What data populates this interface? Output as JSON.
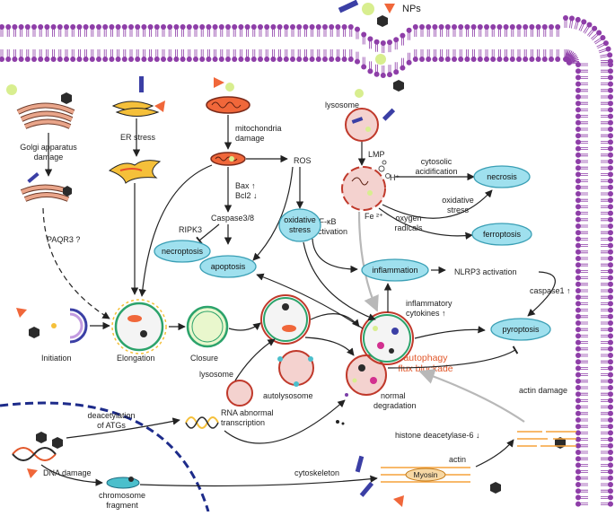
{
  "title": "NPs",
  "colors": {
    "membrane": "#8e3ea8",
    "node_fill": "#9fe0ee",
    "node_stroke": "#3a9fb5",
    "autophagosome_ring": "#c0392b",
    "np_orange": "#f0673a",
    "np_yellow": "#d8ee8f",
    "np_blue": "#3b3fa5",
    "np_black": "#2b2b2b",
    "accent_text": "#e2572a"
  },
  "labels": {
    "np": "NPs",
    "golgi_damage": [
      "Golgi apparatus",
      "damage"
    ],
    "er_stress": "ER stress",
    "mito_damage": [
      "mitochondria",
      "damage"
    ],
    "ros": "ROS",
    "lysosome_top": "lysosome",
    "lmp": "LMP",
    "h_plus": "H⁺",
    "fe": "Fe ²⁺",
    "cytosolic_acidification": [
      "cytosolic",
      "acidification"
    ],
    "oxidative_stress_right": [
      "oxidative",
      "stress"
    ],
    "oxygen_radicals": [
      "oxygen",
      "radicals"
    ],
    "bax": "Bax ↑",
    "bcl2": "Bcl2 ↓",
    "caspase38": "Caspase3/8",
    "ripk3": "RIPK3",
    "nfkb": [
      "NF-κB",
      "activation"
    ],
    "paqr3": "PAQR3 ?",
    "nlrp3": "NLRP3 activation",
    "caspase1": "caspase1 ↑",
    "inflam_cytokines": [
      "inflammatory",
      "cytokines ↑"
    ],
    "initiation": "Initiation",
    "elongation": "Elongation",
    "closure": "Closure",
    "lysosome_bottom": "lysosome",
    "autolysosome": "autolysosome",
    "autophagy_blockade": [
      "autophagy",
      "flux blockade"
    ],
    "normal_degradation": [
      "normal",
      "degradation"
    ],
    "deacetylation": [
      "deacetylation",
      "of ATGs"
    ],
    "rna_abnormal": [
      "RNA abnormal",
      "transcription"
    ],
    "dna_damage": "DNA damage",
    "chromosome_fragment": [
      "chromosome",
      "fragment"
    ],
    "cytoskeleton": "cytoskeleton",
    "histone": "histone deacetylase-6 ↓",
    "actin_damage": "actin  damage",
    "actin": "actin",
    "myosin": "Myosin"
  },
  "nodes": {
    "necrosis": "necrosis",
    "ferroptosis": "ferroptosis",
    "oxidative_stress": [
      "oxidative",
      "stress"
    ],
    "apoptosis": "apoptosis",
    "necroptosis": "necroptosis",
    "inflammation": "inflammation",
    "pyroptosis": "pyroptosis"
  }
}
